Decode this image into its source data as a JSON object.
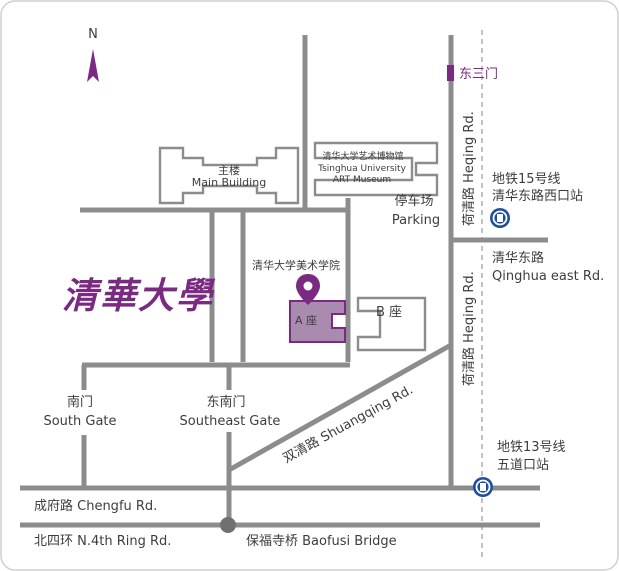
{
  "compass": {
    "north": "N"
  },
  "gates": {
    "east_gate": "东三门",
    "south_gate_cn": "南门",
    "south_gate_en": "South Gate",
    "southeast_gate_cn": "东南门",
    "southeast_gate_en": "Southeast Gate"
  },
  "buildings": {
    "main_cn": "主楼",
    "main_en": "Main Building",
    "museum_cn": "清华大学艺术博物馆",
    "museum_en1": "Tsinghua University",
    "museum_en2": "ART Museum",
    "academy": "清华大学美术学院",
    "a_block": "A 座",
    "b_block": "B 座",
    "parking_cn": "停车场",
    "parking_en": "Parking",
    "logo_text": "清華大學"
  },
  "roads": {
    "heqing_top": "荷清路 Heqing Rd.",
    "heqing_bottom": "荷清路 Heqing Rd.",
    "shuangqing": "双清路 Shuangqing Rd.",
    "qinghua_east_cn": "清华东路",
    "qinghua_east_en": "Qinghua east Rd.",
    "chengfu": "成府路 Chengfu Rd.",
    "ring4": "北四环 N.4th Ring Rd.",
    "baofusi": "保福寺桥  Baofusi Bridge"
  },
  "metro": {
    "line15_1": "地铁15号线",
    "line15_2": "清华东路西口站",
    "line13_1": "地铁13号线",
    "line13_2": "五道口站"
  },
  "colors": {
    "accent": "#7b2a82",
    "a_block_fill": "#a98bb0",
    "road": "#8c8c8c",
    "metro_blue": "#1f4e9c",
    "text": "#3d3d3d"
  },
  "icons": [
    "north-arrow-icon",
    "location-pin-icon",
    "metro-icon"
  ]
}
